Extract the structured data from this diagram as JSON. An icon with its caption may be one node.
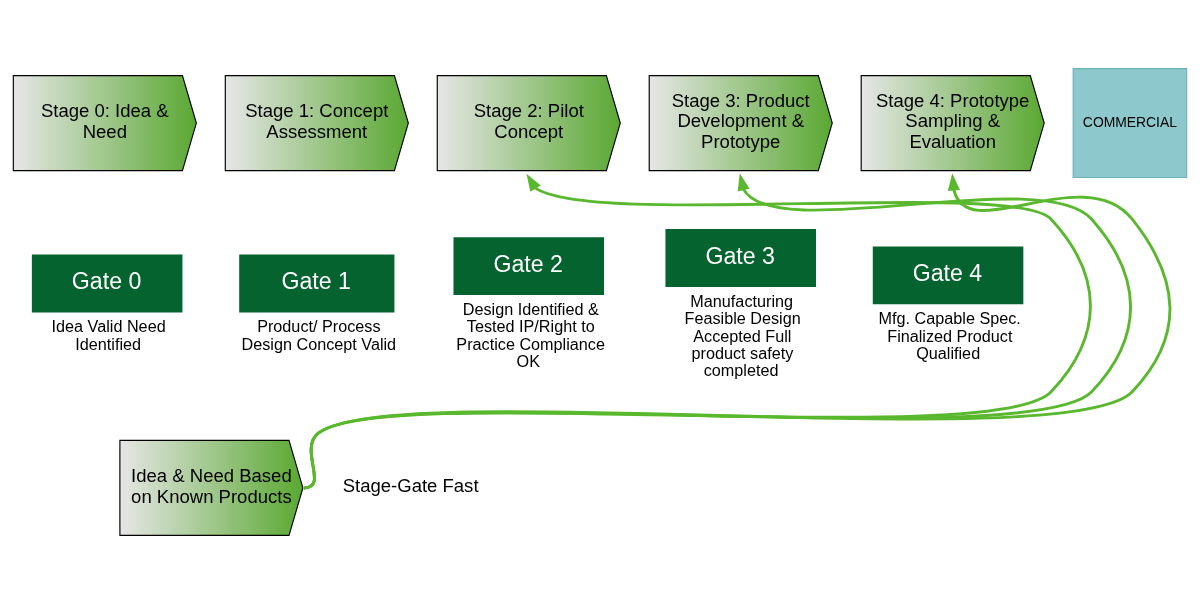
{
  "diagram": {
    "nodes": [
      {
        "text": [
          "Stage 0: Idea & Need"
        ]
      },
      {
        "text": [
          "Stage 1: Concept Assessment"
        ]
      },
      {
        "text": [
          "Stage 2: Pilot Concept"
        ]
      },
      {
        "text": [
          "Stage 3: Product Development & Prototype"
        ]
      },
      {
        "text": [
          "Stage 4: Prototype Sampling & Evaluation"
        ]
      },
      {
        "text": [
          "COMMERCIAL"
        ]
      },
      {
        "text": [
          "Gate 0"
        ],
        "beside": [
          "Idea Valid Need Identified"
        ]
      },
      {
        "text": [
          "Gate 1"
        ],
        "beside": [
          "Product/ Process Design Concept Valid"
        ]
      },
      {
        "text": [
          "Gate 2"
        ],
        "beside": [
          "Design Identified & Tested IP/Right to Practice Compliance OK"
        ]
      },
      {
        "text": [
          "Gate 3"
        ],
        "beside": [
          "Manufacturing Feasible Design Accepted Full product safety completed"
        ]
      },
      {
        "text": [
          "Gate 4"
        ],
        "beside": [
          "Mfg. Capable Spec. Finalized Product Qualified"
        ]
      },
      {
        "text": [
          "Idea & Need Based on Known Products"
        ]
      }
    ],
    "edges": [
      {
        "from": 11,
        "to": 2,
        "arrow": "to"
      },
      {
        "from": 11,
        "to": 3,
        "arrow": "to"
      },
      {
        "from": 11,
        "to": 4,
        "arrow": "to"
      }
    ],
    "labels": [
      "Stage-Gate Fast"
    ]
  }
}
